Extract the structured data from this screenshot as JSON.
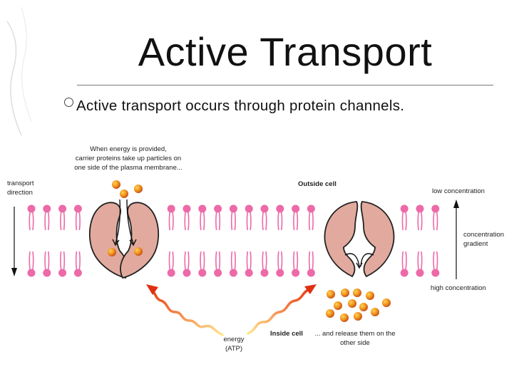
{
  "slide": {
    "title": "Active Transport",
    "bullet": "Active transport occurs through protein channels."
  },
  "diagram": {
    "labels": {
      "carrier_caption": [
        "When energy is provided,",
        "carrier proteins take up particles on",
        "one side of the plasma membrane..."
      ],
      "transport_direction": [
        "transport",
        "direction"
      ],
      "outside_cell": "Outside cell",
      "inside_cell": "Inside cell",
      "release_caption": [
        "... and release them on the",
        "other side"
      ],
      "energy": [
        "energy",
        "(ATP)"
      ],
      "low_concentration": "low concentration",
      "concentration_gradient": [
        "concentration",
        "gradient"
      ],
      "high_concentration": "high concentration"
    },
    "colors": {
      "phospholipid": "#ec6aa8",
      "protein": "#e2aa9e",
      "protein_outline": "#222222",
      "particle": "#e8911e",
      "energy_wave": "#f0a030",
      "arrow_tip": "#e03010"
    }
  }
}
